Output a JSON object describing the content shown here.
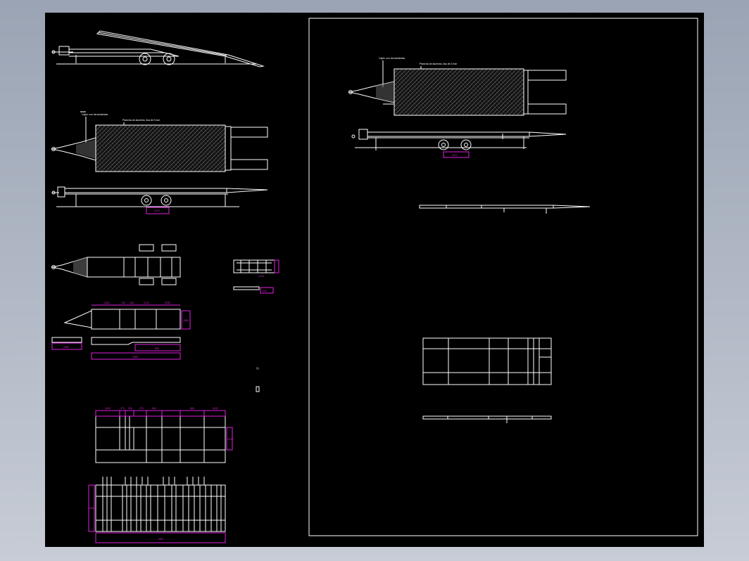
{
  "labels": {
    "box_label": "Cajón con herramientas",
    "floor_label": "Plancha de aluminio, lisa de 3 mm"
  },
  "dimensions": {
    "axle_spacing": "1170",
    "hitch_length": "1180",
    "frame_length": "7600",
    "chassis_width": "1650",
    "segments": [
      "1100",
      "740",
      "330",
      "2170",
      "2230"
    ],
    "frame_top": [
      "1100",
      "270",
      "330",
      "270",
      "600",
      "660",
      "1100"
    ],
    "frame_height": "2120",
    "deck_length": "7600",
    "deck_height": "2400",
    "ramp_len": "1710",
    "ramp_h": "210"
  },
  "colors": {
    "background": "#000000",
    "line": "#ffffff",
    "dimension": "#e020e0",
    "frame": "#b0b8c8"
  }
}
